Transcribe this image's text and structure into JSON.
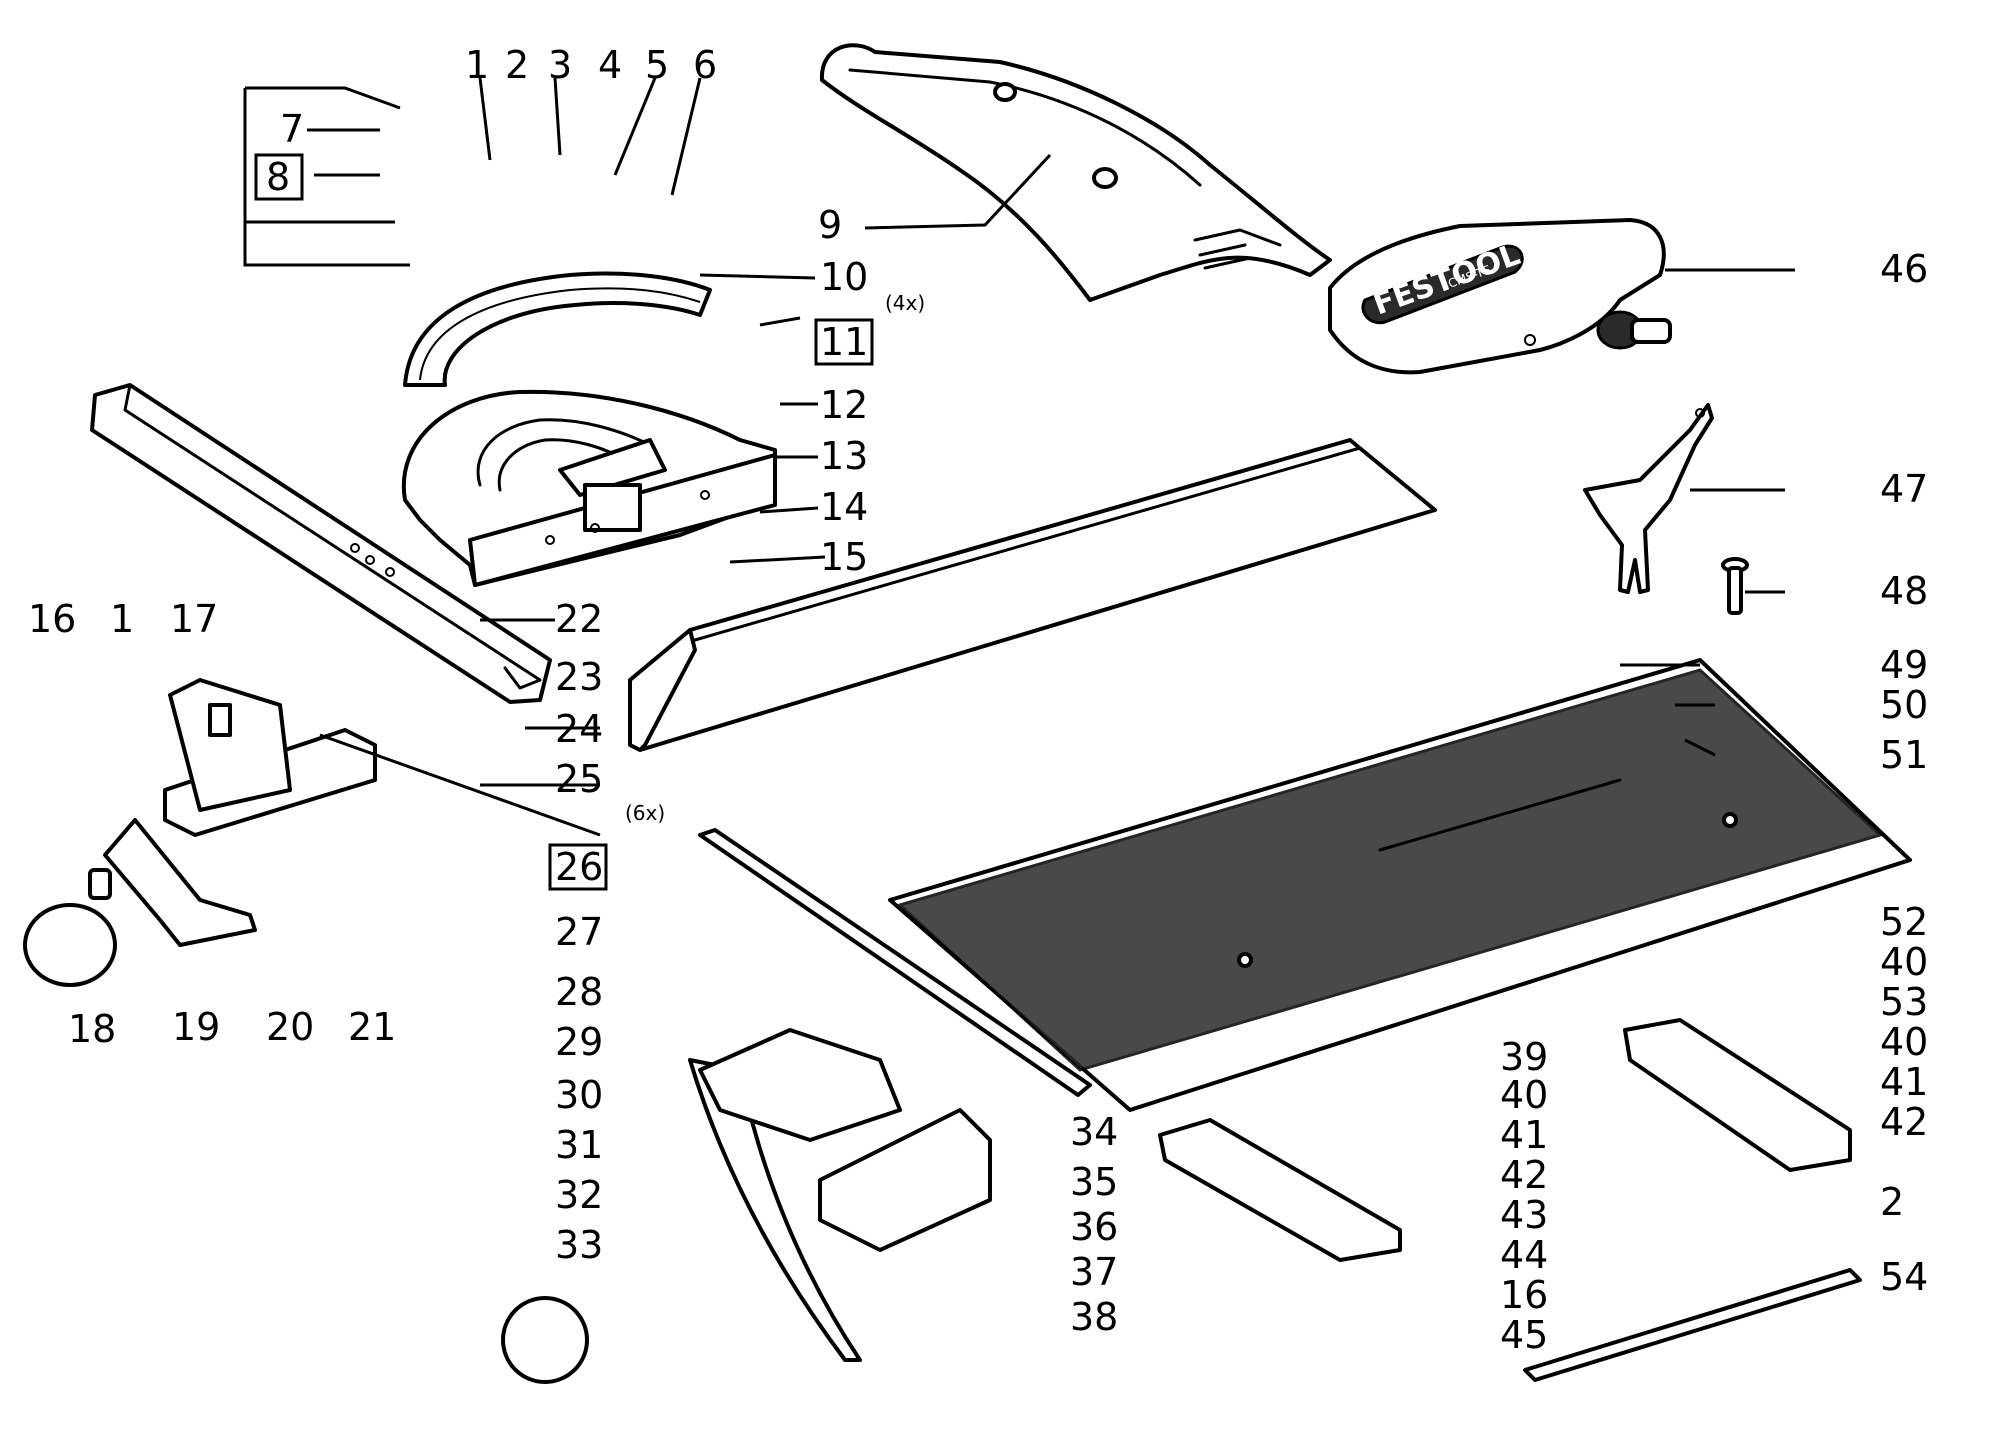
{
  "diagram": {
    "brand": "FESTOOL",
    "guard_model": "CMS-TS",
    "notes": {
      "qty_4": "(4x)",
      "qty_6": "(6x)"
    },
    "callouts": [
      {
        "label": "1",
        "boxed": false
      },
      {
        "label": "2",
        "boxed": false
      },
      {
        "label": "3",
        "boxed": false
      },
      {
        "label": "4",
        "boxed": false
      },
      {
        "label": "5",
        "boxed": false
      },
      {
        "label": "6",
        "boxed": false
      },
      {
        "label": "7",
        "boxed": false
      },
      {
        "label": "8",
        "boxed": true
      },
      {
        "label": "9",
        "boxed": false
      },
      {
        "label": "10",
        "boxed": false
      },
      {
        "label": "11",
        "boxed": true
      },
      {
        "label": "12",
        "boxed": false
      },
      {
        "label": "13",
        "boxed": false
      },
      {
        "label": "14",
        "boxed": false
      },
      {
        "label": "15",
        "boxed": false
      },
      {
        "label": "16",
        "boxed": false
      },
      {
        "label": "1",
        "boxed": false
      },
      {
        "label": "17",
        "boxed": false
      },
      {
        "label": "22",
        "boxed": false
      },
      {
        "label": "23",
        "boxed": false
      },
      {
        "label": "24",
        "boxed": false
      },
      {
        "label": "25",
        "boxed": false
      },
      {
        "label": "18",
        "boxed": false
      },
      {
        "label": "19",
        "boxed": false
      },
      {
        "label": "20",
        "boxed": false
      },
      {
        "label": "21",
        "boxed": false
      },
      {
        "label": "26",
        "boxed": true
      },
      {
        "label": "27",
        "boxed": false
      },
      {
        "label": "28",
        "boxed": false
      },
      {
        "label": "29",
        "boxed": false
      },
      {
        "label": "30",
        "boxed": false
      },
      {
        "label": "31",
        "boxed": false
      },
      {
        "label": "32",
        "boxed": false
      },
      {
        "label": "33",
        "boxed": false
      },
      {
        "label": "34",
        "boxed": false
      },
      {
        "label": "35",
        "boxed": false
      },
      {
        "label": "36",
        "boxed": false
      },
      {
        "label": "37",
        "boxed": false
      },
      {
        "label": "38",
        "boxed": false
      },
      {
        "label": "39",
        "boxed": false
      },
      {
        "label": "40",
        "boxed": false
      },
      {
        "label": "41",
        "boxed": false
      },
      {
        "label": "42",
        "boxed": false
      },
      {
        "label": "43",
        "boxed": false
      },
      {
        "label": "44",
        "boxed": false
      },
      {
        "label": "16",
        "boxed": false
      },
      {
        "label": "45",
        "boxed": false
      },
      {
        "label": "46",
        "boxed": false
      },
      {
        "label": "47",
        "boxed": false
      },
      {
        "label": "48",
        "boxed": false
      },
      {
        "label": "49",
        "boxed": false
      },
      {
        "label": "50",
        "boxed": false
      },
      {
        "label": "51",
        "boxed": false
      },
      {
        "label": "52",
        "boxed": false
      },
      {
        "label": "40",
        "boxed": false
      },
      {
        "label": "53",
        "boxed": false
      },
      {
        "label": "40",
        "boxed": false
      },
      {
        "label": "41",
        "boxed": false
      },
      {
        "label": "42",
        "boxed": false
      },
      {
        "label": "2",
        "boxed": false
      },
      {
        "label": "54",
        "boxed": false
      }
    ]
  }
}
